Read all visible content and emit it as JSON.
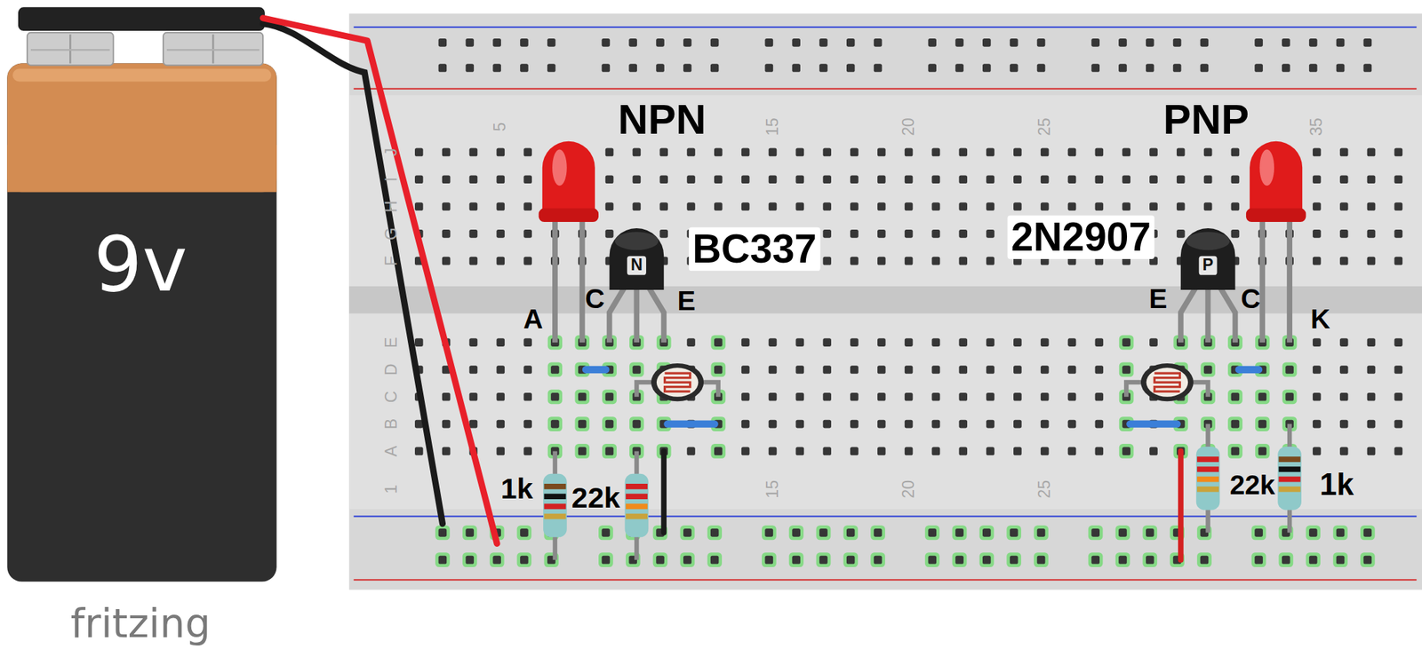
{
  "diagram": {
    "labels": [
      "9v",
      "fritzing",
      "NPN",
      "PNP",
      "BC337",
      "2N2907",
      "N",
      "P",
      "A",
      "C",
      "E",
      "E",
      "C",
      "K",
      "1k",
      "22k",
      "22k",
      "1k",
      "5",
      "15",
      "20",
      "25",
      "35",
      "1",
      "15",
      "20",
      "25",
      "J",
      "I",
      "H",
      "G",
      "F",
      "E",
      "D",
      "C",
      "B",
      "A"
    ]
  }
}
